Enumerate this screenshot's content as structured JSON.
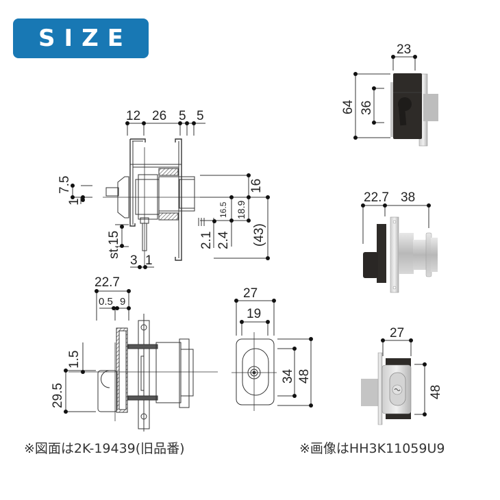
{
  "header": {
    "title": "SIZE",
    "color": "#1878b4"
  },
  "side_drawing": {
    "top_dims": [
      "12",
      "26",
      "5",
      "5"
    ],
    "left_dims": [
      "7.5",
      "1",
      "st.15"
    ],
    "bottom_dims": [
      "3",
      "1"
    ],
    "right_dims": [
      "16",
      "16.5",
      "18.9",
      "(43)",
      "2.1",
      "2.4"
    ]
  },
  "plan_drawing": {
    "top_dims": [
      "22.7",
      "0.5",
      "9"
    ],
    "left_dims": [
      "1.5",
      "29.5"
    ]
  },
  "front_drawing": {
    "width_dims": [
      "27",
      "19"
    ],
    "height_dims": [
      "34",
      "48"
    ]
  },
  "photos": [
    {
      "label": "photo-front-thumbturn",
      "dims": [
        "23",
        "64",
        "36"
      ]
    },
    {
      "label": "photo-side",
      "dims": [
        "22.7",
        "38"
      ]
    },
    {
      "label": "photo-cylinder",
      "dims": [
        "27",
        "48"
      ]
    }
  ],
  "notes": {
    "left": "※図面は2K-19439(旧品番)",
    "right": "※画像はHH3K11059U9"
  }
}
